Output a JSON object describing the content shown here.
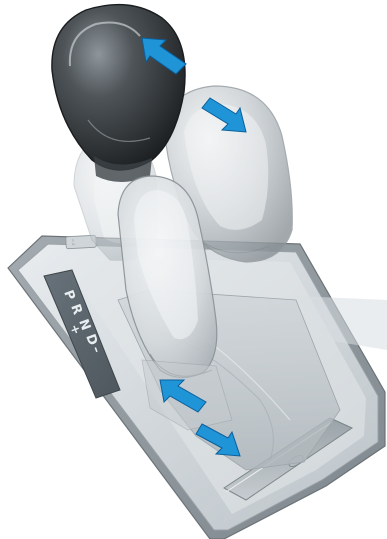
{
  "gear_labels": {
    "p": "P",
    "r": "R",
    "n": "N",
    "d": "D",
    "plus": "+",
    "minus": "–"
  },
  "colors": {
    "arrow": "#1f95d8",
    "arrow_dark": "#0a5f9c",
    "knob_dark": "#303538",
    "knob_light": "#b8bfc4",
    "console": "#d7dde1",
    "gear_panel": "#5a646b"
  },
  "icons": {
    "arrow_up_left": "arrow-up-left-icon",
    "arrow_down_right": "arrow-down-right-icon"
  }
}
